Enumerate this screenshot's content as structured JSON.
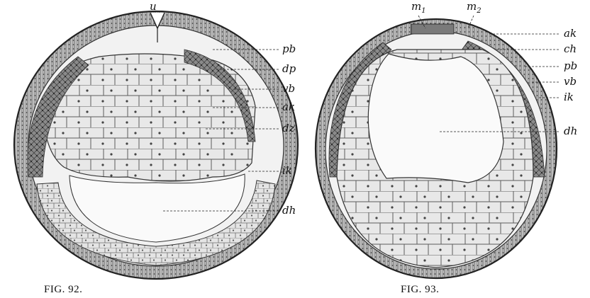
{
  "figures": [
    {
      "caption": "FIG. 92.",
      "labels": {
        "u": "u",
        "pb": "pb",
        "dp": "dp",
        "vb": "vb",
        "ak": "ak",
        "dz": "dz",
        "ik": "ik",
        "dh": "dh"
      }
    },
    {
      "caption": "FIG. 93.",
      "labels": {
        "m1": "m",
        "m1_sub": "1",
        "m2": "m",
        "m2_sub": "2",
        "ak": "ak",
        "ch": "ch",
        "pb": "pb",
        "vb": "vb",
        "ik": "ik",
        "dh": "dh"
      }
    }
  ],
  "colors": {
    "ectoderm": "#9a9a9a",
    "mesoderm": "#6a6a6a",
    "yolk_cells": "#e2e2e2",
    "cavity": "#f4f4f4",
    "outline": "#222222"
  }
}
